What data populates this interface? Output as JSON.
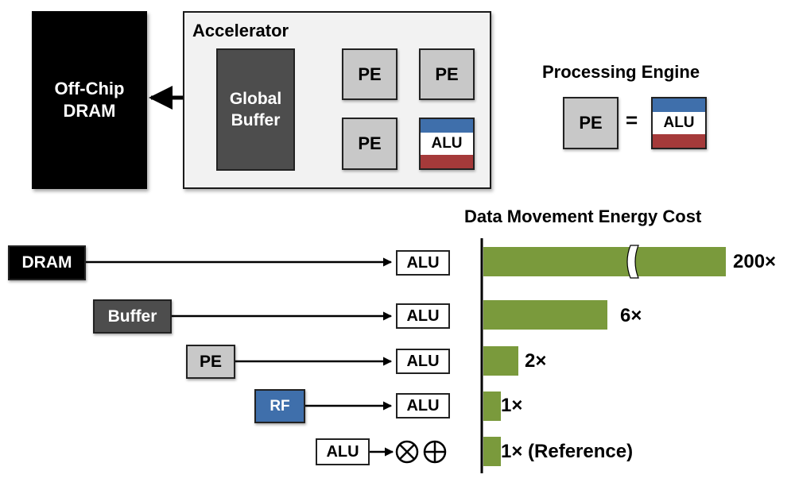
{
  "top": {
    "offchip_dram": [
      "Off-Chip",
      "DRAM"
    ],
    "accelerator_title": "Accelerator",
    "global_buffer": [
      "Global",
      "Buffer"
    ],
    "pe_label": "PE",
    "alu_label": "ALU",
    "processing_engine_title": "Processing Engine",
    "equals": "="
  },
  "energy": {
    "title": "Data Movement Energy Cost",
    "rows": [
      {
        "source": "DRAM",
        "target": "ALU",
        "label": "200×"
      },
      {
        "source": "Buffer",
        "target": "ALU",
        "label": "6×"
      },
      {
        "source": "PE",
        "target": "ALU",
        "label": "2×"
      },
      {
        "source": "RF",
        "target": "ALU",
        "label": "1×"
      },
      {
        "source": "ALU",
        "target": "",
        "label": "1× (Reference)"
      }
    ],
    "colors": {
      "dram": "#000000",
      "buffer": "#4d4d4d",
      "pe": "#c8c8c8",
      "rf": "#3f6fab",
      "bar": "#7a9a3c",
      "alu_top_band": "#3f6fab",
      "alu_bottom_band": "#a53a3a"
    },
    "icons": [
      "multiply-circle-icon",
      "plus-circle-icon"
    ]
  },
  "chart_data": {
    "type": "bar",
    "title": "Data Movement Energy Cost",
    "categories": [
      "DRAM",
      "Buffer",
      "PE",
      "RF",
      "ALU"
    ],
    "values": [
      200,
      6,
      2,
      1,
      1
    ],
    "labels": [
      "200×",
      "6×",
      "2×",
      "1×",
      "1× (Reference)"
    ],
    "axis_break": "between the ALU path and the 200× bar (broken bar)"
  }
}
